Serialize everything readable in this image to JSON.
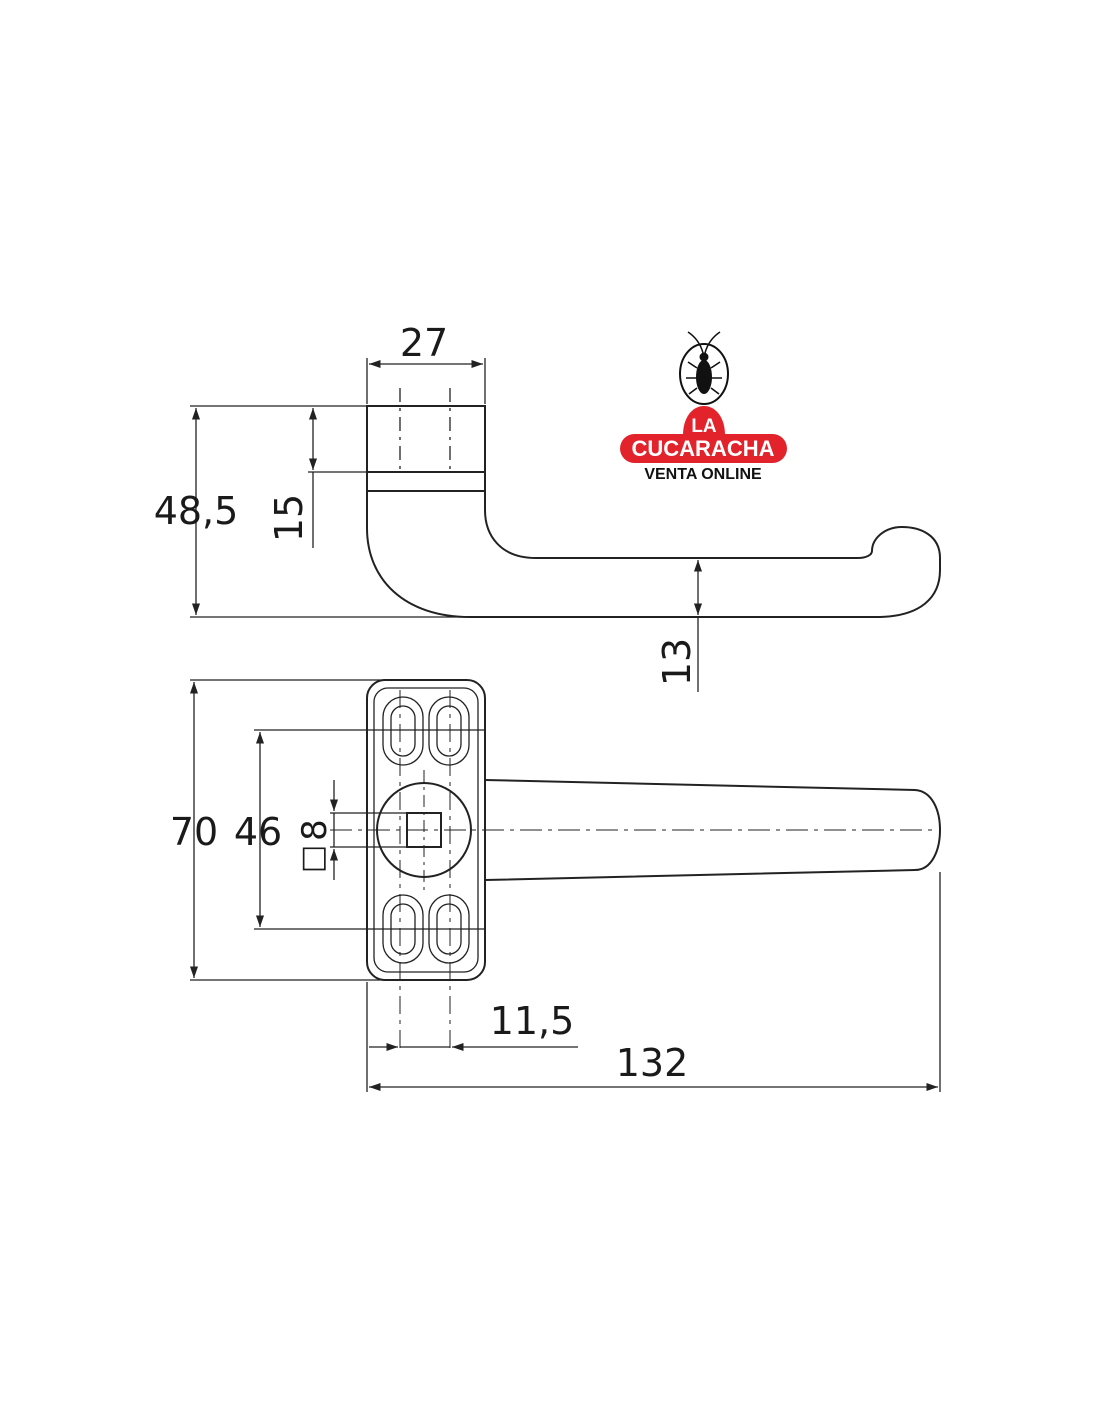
{
  "dimensions": {
    "width_top": "27",
    "total_height_side": "48,5",
    "neck_height": "15",
    "grip_thickness": "13",
    "rose_height": "70",
    "screw_spacing": "46",
    "square_spindle": "8",
    "square_symbol": "□",
    "screw_offset": "11,5",
    "total_length": "132"
  },
  "logo": {
    "line1": "LA",
    "line2": "CUCARACHA",
    "line3": "VENTA ONLINE",
    "icon": "cockroach-icon",
    "color_red": "#e3232b",
    "color_black": "#111111"
  },
  "colors": {
    "line": "#222222",
    "background": "#ffffff"
  }
}
